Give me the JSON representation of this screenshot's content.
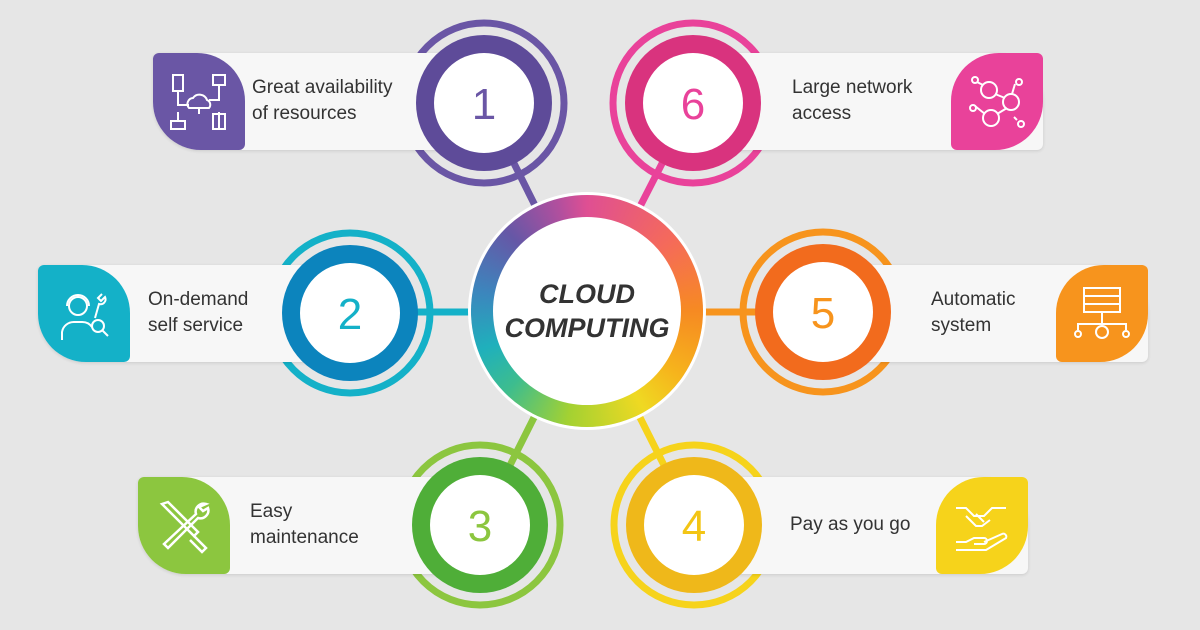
{
  "title": {
    "line1": "CLOUD",
    "line2": "COMPUTING"
  },
  "items": [
    {
      "number": "1",
      "line1": "Great availability",
      "line2": "of resources",
      "icon": "network-cloud-icon",
      "color": "#6a56a5"
    },
    {
      "number": "2",
      "line1": "On-demand",
      "line2": "self service",
      "icon": "support-agent-icon",
      "color": "#14b1c8"
    },
    {
      "number": "3",
      "line1": "Easy",
      "line2": "maintenance",
      "icon": "tools-icon",
      "color": "#8cc63f"
    },
    {
      "number": "4",
      "line1": "Pay as you go",
      "line2": "",
      "icon": "handshake-icon",
      "color": "#f6d31b"
    },
    {
      "number": "5",
      "line1": "Automatic",
      "line2": "system",
      "icon": "server-gear-icon",
      "color": "#f7941d"
    },
    {
      "number": "6",
      "line1": "Large network",
      "line2": "access",
      "icon": "people-network-icon",
      "color": "#e9429a"
    }
  ]
}
